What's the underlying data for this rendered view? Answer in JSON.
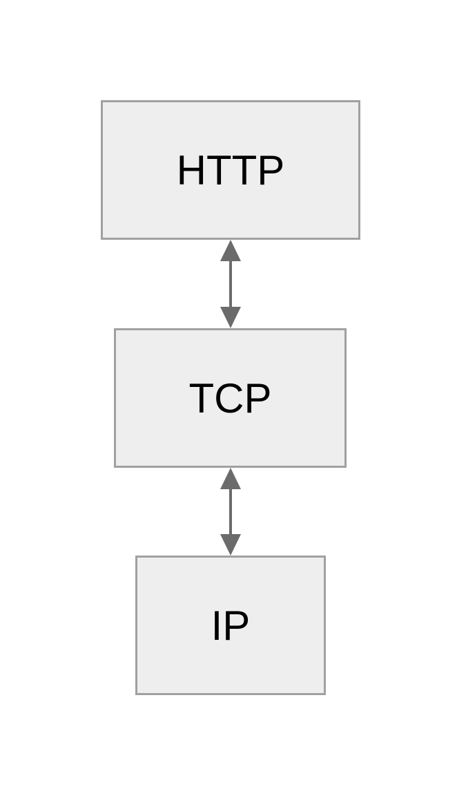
{
  "diagram": {
    "layers": [
      {
        "id": "http",
        "label": "HTTP"
      },
      {
        "id": "tcp",
        "label": "TCP"
      },
      {
        "id": "ip",
        "label": "IP"
      }
    ],
    "connections": [
      {
        "from": "http",
        "to": "tcp",
        "direction": "bidirectional"
      },
      {
        "from": "tcp",
        "to": "ip",
        "direction": "bidirectional"
      }
    ],
    "colors": {
      "box_fill": "#eeeeee",
      "box_border": "#a0a0a0",
      "arrow": "#6b6b6b",
      "text": "#000000"
    }
  }
}
